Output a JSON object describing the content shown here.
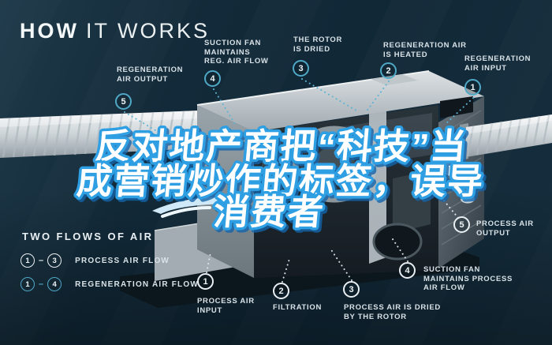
{
  "title": {
    "bold": "HOW",
    "light": "IT WORKS"
  },
  "headline": {
    "line1": "反对地产商把“科技”当",
    "line2": "成营销炒作的标签，误导",
    "line3": "消费者"
  },
  "top_callouts": [
    {
      "num": "5",
      "label": "REGENERATION\nAIR OUTPUT",
      "flow": "regeneration"
    },
    {
      "num": "4",
      "label": "SUCTION FAN\nMAINTAINS\nREG. AIR FLOW",
      "flow": "regeneration"
    },
    {
      "num": "3",
      "label": "THE ROTOR\nIS DRIED",
      "flow": "regeneration"
    },
    {
      "num": "2",
      "label": "REGENERATION AIR\nIS HEATED",
      "flow": "regeneration"
    },
    {
      "num": "1",
      "label": "REGENERATION\nAIR INPUT",
      "flow": "regeneration"
    }
  ],
  "side_callout": {
    "num": "5",
    "label": "PROCESS AIR\nOUTPUT",
    "flow": "process"
  },
  "bottom_callouts": [
    {
      "num": "1",
      "label": "PROCESS AIR\nINPUT",
      "flow": "process"
    },
    {
      "num": "2",
      "label": "FILTRATION",
      "flow": "process"
    },
    {
      "num": "3",
      "label": "PROCESS AIR IS DRIED\nBY THE ROTOR",
      "flow": "process"
    },
    {
      "num": "4",
      "label": "SUCTION FAN\nMAINTAINS PROCESS\nAIR FLOW",
      "flow": "process"
    }
  ],
  "legend": {
    "title": "TWO FLOWS OF AIR",
    "rows": [
      {
        "from": "1",
        "dash": "–",
        "to": "3",
        "label": "PROCESS AIR FLOW",
        "flow": "process"
      },
      {
        "from": "1",
        "dash": "–",
        "to": "4",
        "label": "REGENERATION AIR FLOW",
        "flow": "regeneration"
      }
    ]
  },
  "colors": {
    "background": "#112837",
    "regeneration_accent": "#4fa8c6",
    "process_accent": "#e9eff2",
    "headline_fill": "#ffffff",
    "headline_stroke": "#2e9fe3",
    "label_text": "#d8e2e7"
  },
  "icons": {
    "machine": "dehumidifier-cutaway-illustration",
    "left_duct": "corrugated-duct",
    "right_duct": "corrugated-duct",
    "swoosh": "air-flow-swoosh"
  }
}
